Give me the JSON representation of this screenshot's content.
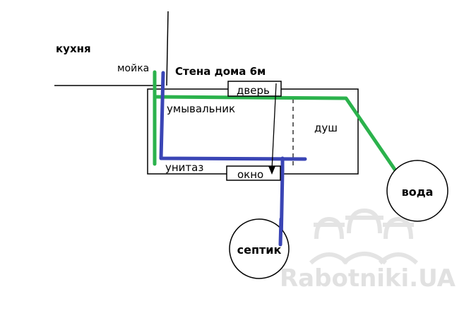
{
  "labels": {
    "kitchen": "кухня",
    "sink": "мойка",
    "house_wall": "Стена дома 6м",
    "door": "дверь",
    "washbasin": "умывальник",
    "shower": "душ",
    "toilet": "унитаз",
    "window": "окно",
    "water": "вода",
    "septic": "септик"
  },
  "watermark": {
    "text": "Rabotniki.UA"
  },
  "colors": {
    "water_pipe": "#2bb24c",
    "sewer_pipe": "#3a45b5",
    "outline": "#000000",
    "watermark": "#dddddd"
  }
}
